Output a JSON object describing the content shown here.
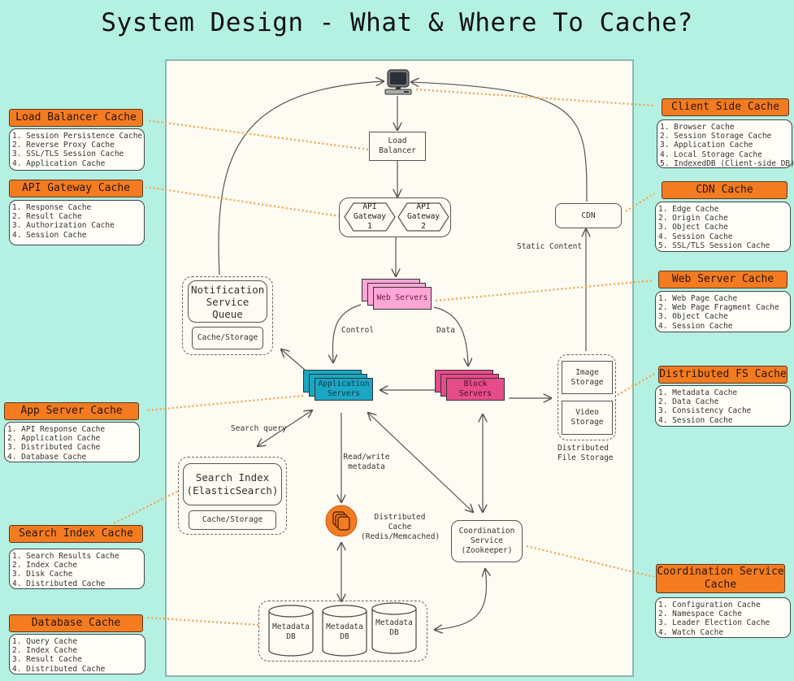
{
  "title": "System Design - What & Where To Cache?",
  "colors": {
    "background": "#b4f1e2",
    "panel": "#fefbf2",
    "cache_accent": "#f47b20",
    "web_servers": "#ffa6d6",
    "app_servers": "#1ba6c4",
    "block_servers": "#e64b8a",
    "dotted_link": "#f5a04a"
  },
  "diagram": {
    "client": {
      "icon": "computer-icon"
    },
    "load_balancer": "Load Balancer",
    "api_gateways": [
      "API Gateway 1",
      "API Gateway 2"
    ],
    "cdn": "CDN",
    "static_content_label": "Static Content",
    "web_servers": "Web Servers",
    "control_label": "Control",
    "data_label": "Data",
    "notification_queue": "Notification Service Queue",
    "notification_cache": "Cache/Storage",
    "app_servers": "Application Servers",
    "block_servers": "Block Servers",
    "image_storage": "Image Storage",
    "video_storage": "Video Storage",
    "dfs_label": "Distributed File Storage",
    "search_query_label": "Search query",
    "search_index": "Search Index (ElasticSearch)",
    "search_cache": "Cache/Storage",
    "read_write_label": "Read/write metadata",
    "distributed_cache": "Distributed Cache (Redis/Memcached)",
    "coordination_service": "Coordination Service (Zookeeper)",
    "metadata_dbs": [
      "Metadata DB",
      "Metadata DB",
      "Metadata DB"
    ]
  },
  "callouts": {
    "load_balancer": {
      "title": "Load Balancer Cache",
      "items": [
        "1. Session Persistence Cache",
        "2. Reverse Proxy Cache",
        "3. SSL/TLS Session Cache",
        "4. Application Cache"
      ]
    },
    "api_gateway": {
      "title": "API Gateway Cache",
      "items": [
        "1. Response Cache",
        "2. Result Cache",
        "3. Authorization Cache",
        "4. Session Cache"
      ]
    },
    "app_server": {
      "title": "App Server Cache",
      "items": [
        "1. API Response Cache",
        "2. Application Cache",
        "3. Distributed Cache",
        "4. Database Cache"
      ]
    },
    "search_index": {
      "title": "Search Index Cache",
      "items": [
        "1. Search Results Cache",
        "2. Index Cache",
        "3. Disk Cache",
        "4. Distributed Cache"
      ]
    },
    "database": {
      "title": "Database Cache",
      "items": [
        "1. Query Cache",
        "2. Index Cache",
        "3. Result Cache",
        "4. Distributed Cache"
      ]
    },
    "client_side": {
      "title": "Client Side Cache",
      "items": [
        "1. Browser Cache",
        "2. Session Storage Cache",
        "3. Application Cache",
        "4. Local Storage Cache",
        "5. IndexedDB (Client-side DB)"
      ]
    },
    "cdn": {
      "title": "CDN Cache",
      "items": [
        "1. Edge Cache",
        "2. Origin Cache",
        "3. Object Cache",
        "4. Session Cache",
        "5. SSL/TLS Session Cache"
      ]
    },
    "web_server": {
      "title": "Web Server Cache",
      "items": [
        "1. Web Page Cache",
        "2. Web Page Fragment Cache",
        "3. Object Cache",
        "4. Session Cache"
      ]
    },
    "distributed_fs": {
      "title": "Distributed FS Cache",
      "items": [
        "1. Metadata Cache",
        "2. Data Cache",
        "3. Consistency Cache",
        "4. Session Cache"
      ]
    },
    "coordination": {
      "title": "Coordination Service Cache",
      "items": [
        "1. Configuration Cache",
        "2. Namespace Cache",
        "3. Leader Election Cache",
        "4. Watch Cache"
      ]
    }
  }
}
